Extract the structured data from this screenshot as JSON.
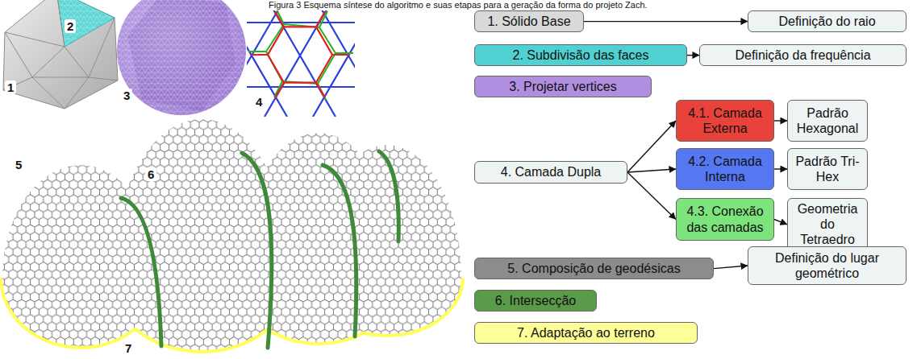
{
  "diagram": {
    "caption": "Figura 3 Esquema síntese do algoritmo e suas etapas para a geração da forma do projeto Zach.",
    "nodes": [
      {
        "text": [
          "1. Sólido Base"
        ]
      },
      {
        "text": [
          "Definição do raio"
        ]
      },
      {
        "text": [
          "2. Subdivisão das faces"
        ]
      },
      {
        "text": [
          "Definição da frequência"
        ]
      },
      {
        "text": [
          "3. Projetar vertices"
        ]
      },
      {
        "text": [
          "4. Camada Dupla"
        ]
      },
      {
        "text": [
          "4.1. Camada Externa"
        ]
      },
      {
        "text": [
          "Padrão Hexagonal"
        ]
      },
      {
        "text": [
          "4.2. Camada Interna"
        ]
      },
      {
        "text": [
          "Padrão Tri-Hex"
        ]
      },
      {
        "text": [
          "4.3. Conexão das camadas"
        ]
      },
      {
        "text": [
          "Geometria do Tetraedro"
        ]
      },
      {
        "text": [
          "5. Composição de geodésicas"
        ]
      },
      {
        "text": [
          "Definição do lugar geométrico"
        ]
      },
      {
        "text": [
          "6. Intersecção"
        ]
      },
      {
        "text": [
          "7. Adaptação ao terreno"
        ]
      }
    ],
    "edges": [
      {
        "from": 0,
        "to": 1,
        "arrow": "to"
      },
      {
        "from": 2,
        "to": 3,
        "arrow": "to"
      },
      {
        "from": 6,
        "to": 7,
        "arrow": "to"
      },
      {
        "from": 5,
        "to": 6,
        "arrow": "to"
      },
      {
        "from": 5,
        "to": 8,
        "arrow": "to"
      },
      {
        "from": 8,
        "to": 9,
        "arrow": "to"
      },
      {
        "from": 5,
        "to": 10,
        "arrow": "to"
      },
      {
        "from": 10,
        "to": 11,
        "arrow": "to"
      },
      {
        "from": 12,
        "to": 13,
        "arrow": "to"
      }
    ],
    "labels": [
      "1",
      "2",
      "3",
      "4",
      "5",
      "6",
      "7"
    ]
  }
}
